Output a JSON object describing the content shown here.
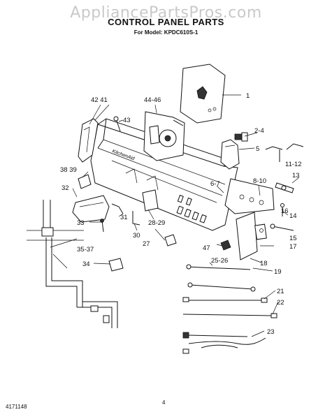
{
  "watermark": "AppliancePartsPros.com",
  "header": {
    "title": "CONTROL PANEL PARTS",
    "model_line": "For Model: KPDC610S-1"
  },
  "footer": {
    "doc_number": "4171148",
    "page_number": "4"
  },
  "panel_text": {
    "brand": "KitchenAid"
  },
  "callouts": [
    "1",
    "2-4",
    "5",
    "6-7",
    "8-10",
    "11-12",
    "13",
    "14",
    "15",
    "16",
    "17",
    "18",
    "19",
    "21",
    "22",
    "23",
    "25-26",
    "27",
    "28-29",
    "30",
    "31",
    "32",
    "33",
    "34",
    "35-37",
    "38 39",
    "42 41",
    "43",
    "44-46",
    "47"
  ]
}
